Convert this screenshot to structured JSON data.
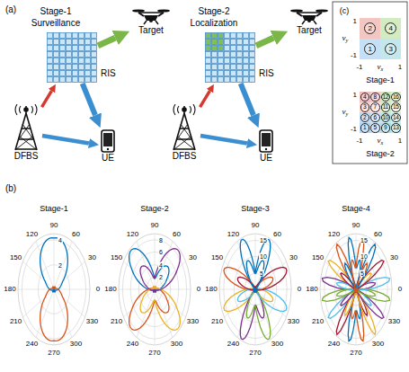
{
  "diagram": {
    "nodes": [
      {
        "text": [
          "Target"
        ]
      },
      {
        "text": [
          "RIS"
        ]
      },
      {
        "text": [
          "DFBS"
        ]
      },
      {
        "text": [
          "UE"
        ]
      },
      {
        "text": [
          "Target"
        ]
      },
      {
        "text": [
          "RIS"
        ]
      },
      {
        "text": [
          "DFBS"
        ]
      },
      {
        "text": [
          "UE"
        ]
      },
      {
        "text": [
          "2"
        ]
      },
      {
        "text": [
          "4"
        ]
      },
      {
        "text": [
          "1"
        ]
      },
      {
        "text": [
          "3"
        ]
      },
      {
        "text": [
          "4"
        ]
      },
      {
        "text": [
          "8"
        ]
      },
      {
        "text": [
          "12"
        ]
      },
      {
        "text": [
          "16"
        ]
      },
      {
        "text": [
          "3"
        ]
      },
      {
        "text": [
          "7"
        ]
      },
      {
        "text": [
          "11"
        ]
      },
      {
        "text": [
          "15"
        ]
      },
      {
        "text": [
          "2"
        ]
      },
      {
        "text": [
          "6"
        ]
      },
      {
        "text": [
          "10"
        ]
      },
      {
        "text": [
          "14"
        ]
      },
      {
        "text": [
          "1"
        ]
      },
      {
        "text": [
          "5"
        ]
      },
      {
        "text": [
          "9"
        ]
      },
      {
        "text": [
          "13"
        ]
      }
    ],
    "edges": [
      {
        "from": 2,
        "to": 1,
        "arrow": "to"
      },
      {
        "from": 2,
        "to": 3,
        "arrow": "to"
      },
      {
        "from": 1,
        "to": 3,
        "arrow": "to"
      },
      {
        "from": 1,
        "to": 0,
        "arrow": "to"
      },
      {
        "from": 6,
        "to": 5,
        "arrow": "to"
      },
      {
        "from": 6,
        "to": 7,
        "arrow": "to"
      },
      {
        "from": 5,
        "to": 7,
        "arrow": "to"
      },
      {
        "from": 5,
        "to": 4,
        "arrow": "to"
      }
    ],
    "labels": [
      "(a)",
      "Stage-1",
      "Surveillance",
      "Stage-2",
      "Localization",
      "(b)",
      "Stage-1",
      "90",
      "60",
      "30",
      "0",
      "330",
      "300",
      "270",
      "240",
      "210",
      "180",
      "150",
      "120",
      "4",
      "2",
      "Stage-2",
      "90",
      "60",
      "30",
      "0",
      "330",
      "300",
      "270",
      "240",
      "210",
      "180",
      "150",
      "120",
      "8",
      "6",
      "4",
      "2",
      "Stage-3",
      "90",
      "60",
      "30",
      "0",
      "330",
      "300",
      "270",
      "240",
      "210",
      "180",
      "150",
      "120",
      "15",
      "10",
      "5",
      "Stage-4",
      "90",
      "60",
      "30",
      "0",
      "330",
      "300",
      "270",
      "240",
      "210",
      "180",
      "150",
      "120",
      "15",
      "10",
      "5",
      "(c)",
      "1",
      "vy",
      "-1",
      "-1",
      "vx",
      "1",
      "Stage-1",
      "1",
      "vy",
      "-1",
      "-1",
      "vx",
      "1",
      "Stage-2"
    ]
  }
}
